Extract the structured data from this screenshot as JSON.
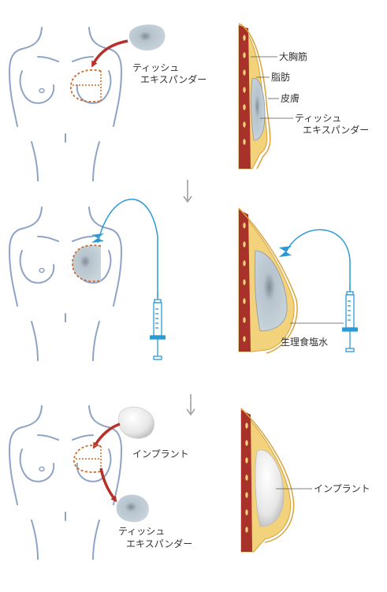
{
  "step1": {
    "front_label_line1": "ティッシュ",
    "front_label_line2": "エキスパンダー",
    "section_labels": {
      "muscle": "大胸筋",
      "fat": "脂肪",
      "skin": "皮膚",
      "expander_line1": "ティッシュ",
      "expander_line2": "エキスパンダー"
    }
  },
  "step2": {
    "section_label": "生理食塩水"
  },
  "step3": {
    "implant_label": "インプラント",
    "removed_label_line1": "ティッシュ",
    "removed_label_line2": "エキスパンダー",
    "section_label": "インプラント"
  },
  "colors": {
    "body_outline": "#8fa3c7",
    "arrow": "#b5312a",
    "dashed": "#cc6a28",
    "tube": "#2a9ad6",
    "muscle": "#a8322a",
    "fat": "#f2d27a",
    "expander": "#b9c6cf",
    "implant": "#e8e8e8"
  }
}
